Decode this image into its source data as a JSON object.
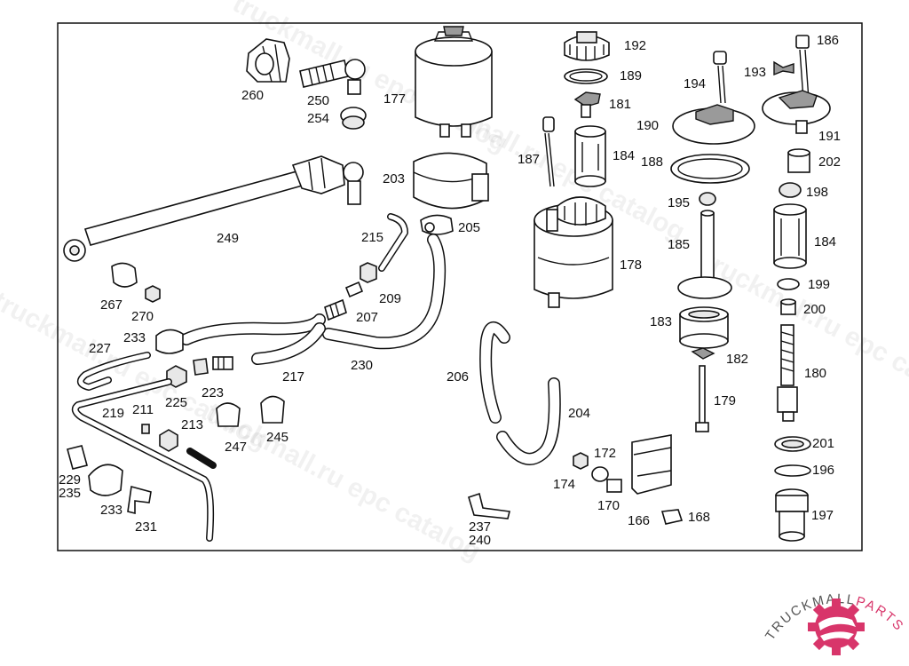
{
  "watermarks": [
    "truckmall.ru epc catalog",
    "truckmall.ru epc catalog",
    "truckmall.ru epc catalog",
    "truckmall.ru epc catalog",
    "truckmall.ru epc catalog"
  ],
  "labels": {
    "p260": "260",
    "p250": "250",
    "p254": "254",
    "p177": "177",
    "p192": "192",
    "p189": "189",
    "p181": "181",
    "p186": "186",
    "p193": "193",
    "p194": "194",
    "p190": "190",
    "p191": "191",
    "p187": "187",
    "p184a": "184",
    "p188": "188",
    "p202": "202",
    "p203": "203",
    "p198": "198",
    "p195": "195",
    "p205": "205",
    "p215": "215",
    "p249": "249",
    "p178": "178",
    "p185": "185",
    "p184b": "184",
    "p199": "199",
    "p200": "200",
    "p267": "267",
    "p270": "270",
    "p209": "209",
    "p207": "207",
    "p183": "183",
    "p182": "182",
    "p227": "227",
    "p233a": "233",
    "p230": "230",
    "p217": "217",
    "p206": "206",
    "p180": "180",
    "p223": "223",
    "p225": "225",
    "p211": "211",
    "p219": "219",
    "p213": "213",
    "p179": "179",
    "p204": "204",
    "p245": "245",
    "p247": "247",
    "p201": "201",
    "p172": "172",
    "p196": "196",
    "p229": "229",
    "p235": "235",
    "p174": "174",
    "p170": "170",
    "p233b": "233",
    "p166": "166",
    "p168": "168",
    "p197": "197",
    "p237": "237",
    "p240": "240",
    "p231": "231"
  },
  "logo": {
    "brand": "TRUCKMALL",
    "suffix": "PARTS",
    "accent_color": "#d8356a"
  }
}
